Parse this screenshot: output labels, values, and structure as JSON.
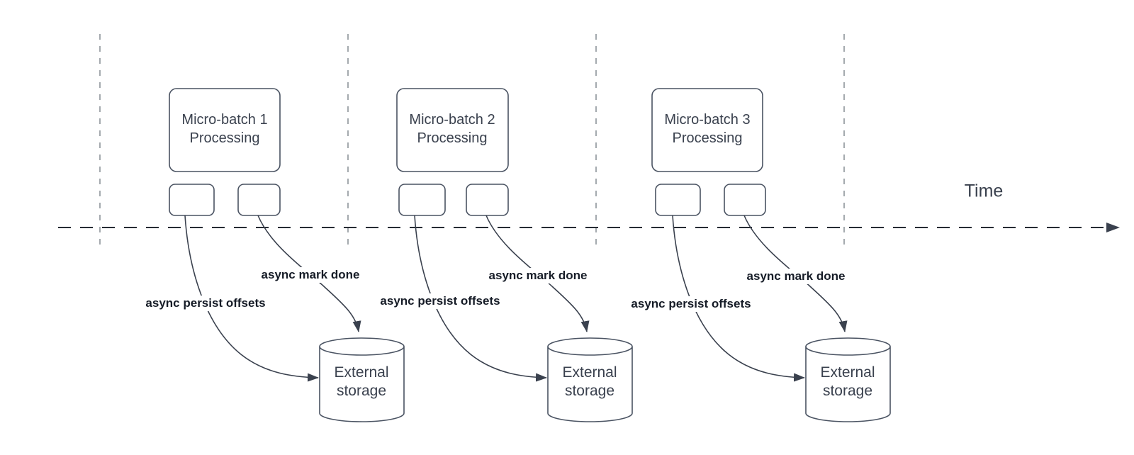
{
  "time_label": "Time",
  "groups": [
    {
      "title_line1": "Micro-batch 1",
      "title_line2": "Processing",
      "persist_label": "async persist offsets",
      "done_label": "async mark done",
      "storage_line1": "External",
      "storage_line2": "storage"
    },
    {
      "title_line1": "Micro-batch 2",
      "title_line2": "Processing",
      "persist_label": "async persist offsets",
      "done_label": "async mark done",
      "storage_line1": "External",
      "storage_line2": "storage"
    },
    {
      "title_line1": "Micro-batch 3",
      "title_line2": "Processing",
      "persist_label": "async persist offsets",
      "done_label": "async mark done",
      "storage_line1": "External",
      "storage_line2": "storage"
    }
  ],
  "colors": {
    "shape_stroke": "#3a414e",
    "lane_divider": "#9aa0a6",
    "time_axis": "#262b33",
    "bold_label_text": "#161c27",
    "background": "#ffffff"
  }
}
